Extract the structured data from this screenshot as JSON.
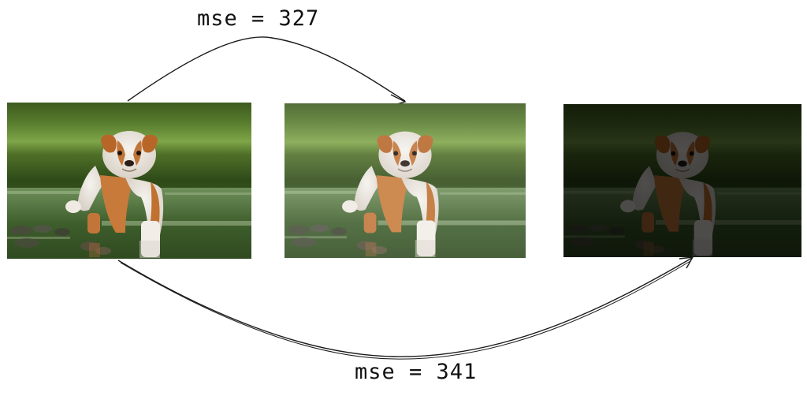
{
  "labels": {
    "top": "mse = 327",
    "bottom": "mse = 341"
  },
  "images": [
    {
      "name": "original",
      "brightness": 1.0
    },
    {
      "name": "hazy",
      "brightness": 1.0,
      "haze": 0.18
    },
    {
      "name": "darkened",
      "brightness": 0.32
    }
  ],
  "colors": {
    "stroke": "#1a1a1a",
    "background": "#ffffff"
  }
}
